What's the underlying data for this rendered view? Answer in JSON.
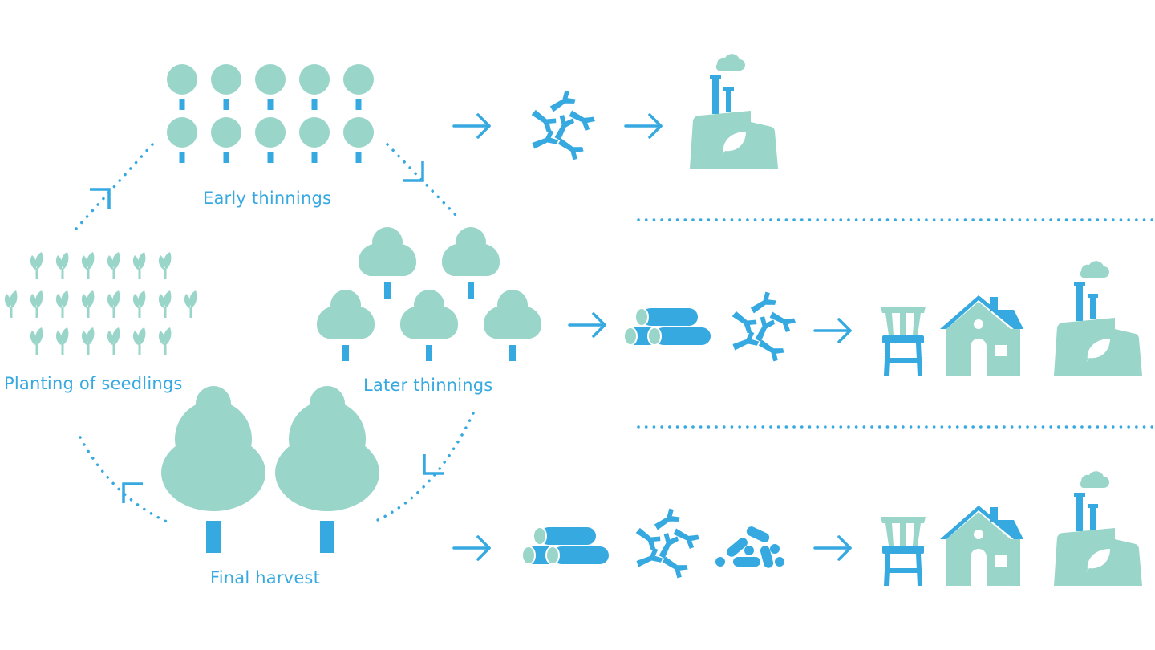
{
  "colors": {
    "blue": "#36a9e1",
    "mint": "#99d5c9",
    "background": "#ffffff"
  },
  "cycle": {
    "stages": [
      {
        "id": "planting",
        "label": "Planting of seedlings",
        "icon": "seedlings-icon",
        "count": 20
      },
      {
        "id": "early",
        "label": "Early thinnings",
        "icon": "young-trees-icon",
        "count": 10
      },
      {
        "id": "later",
        "label": "Later thinnings",
        "icon": "trees-icon",
        "count": 5
      },
      {
        "id": "final",
        "label": "Final harvest",
        "icon": "large-trees-icon",
        "count": 2
      }
    ]
  },
  "flows": [
    {
      "stage": "Early thinnings",
      "raw_materials": [
        "wood-chips-icon"
      ],
      "products": [
        "bioenergy-plant-icon"
      ]
    },
    {
      "stage": "Later thinnings",
      "raw_materials": [
        "logs-icon",
        "wood-chips-icon"
      ],
      "products": [
        "chair-icon",
        "house-icon",
        "bioenergy-plant-icon"
      ]
    },
    {
      "stage": "Final harvest",
      "raw_materials": [
        "logs-icon",
        "wood-chips-icon",
        "wood-pellets-icon"
      ],
      "products": [
        "chair-icon",
        "house-icon",
        "bioenergy-plant-icon"
      ]
    }
  ]
}
